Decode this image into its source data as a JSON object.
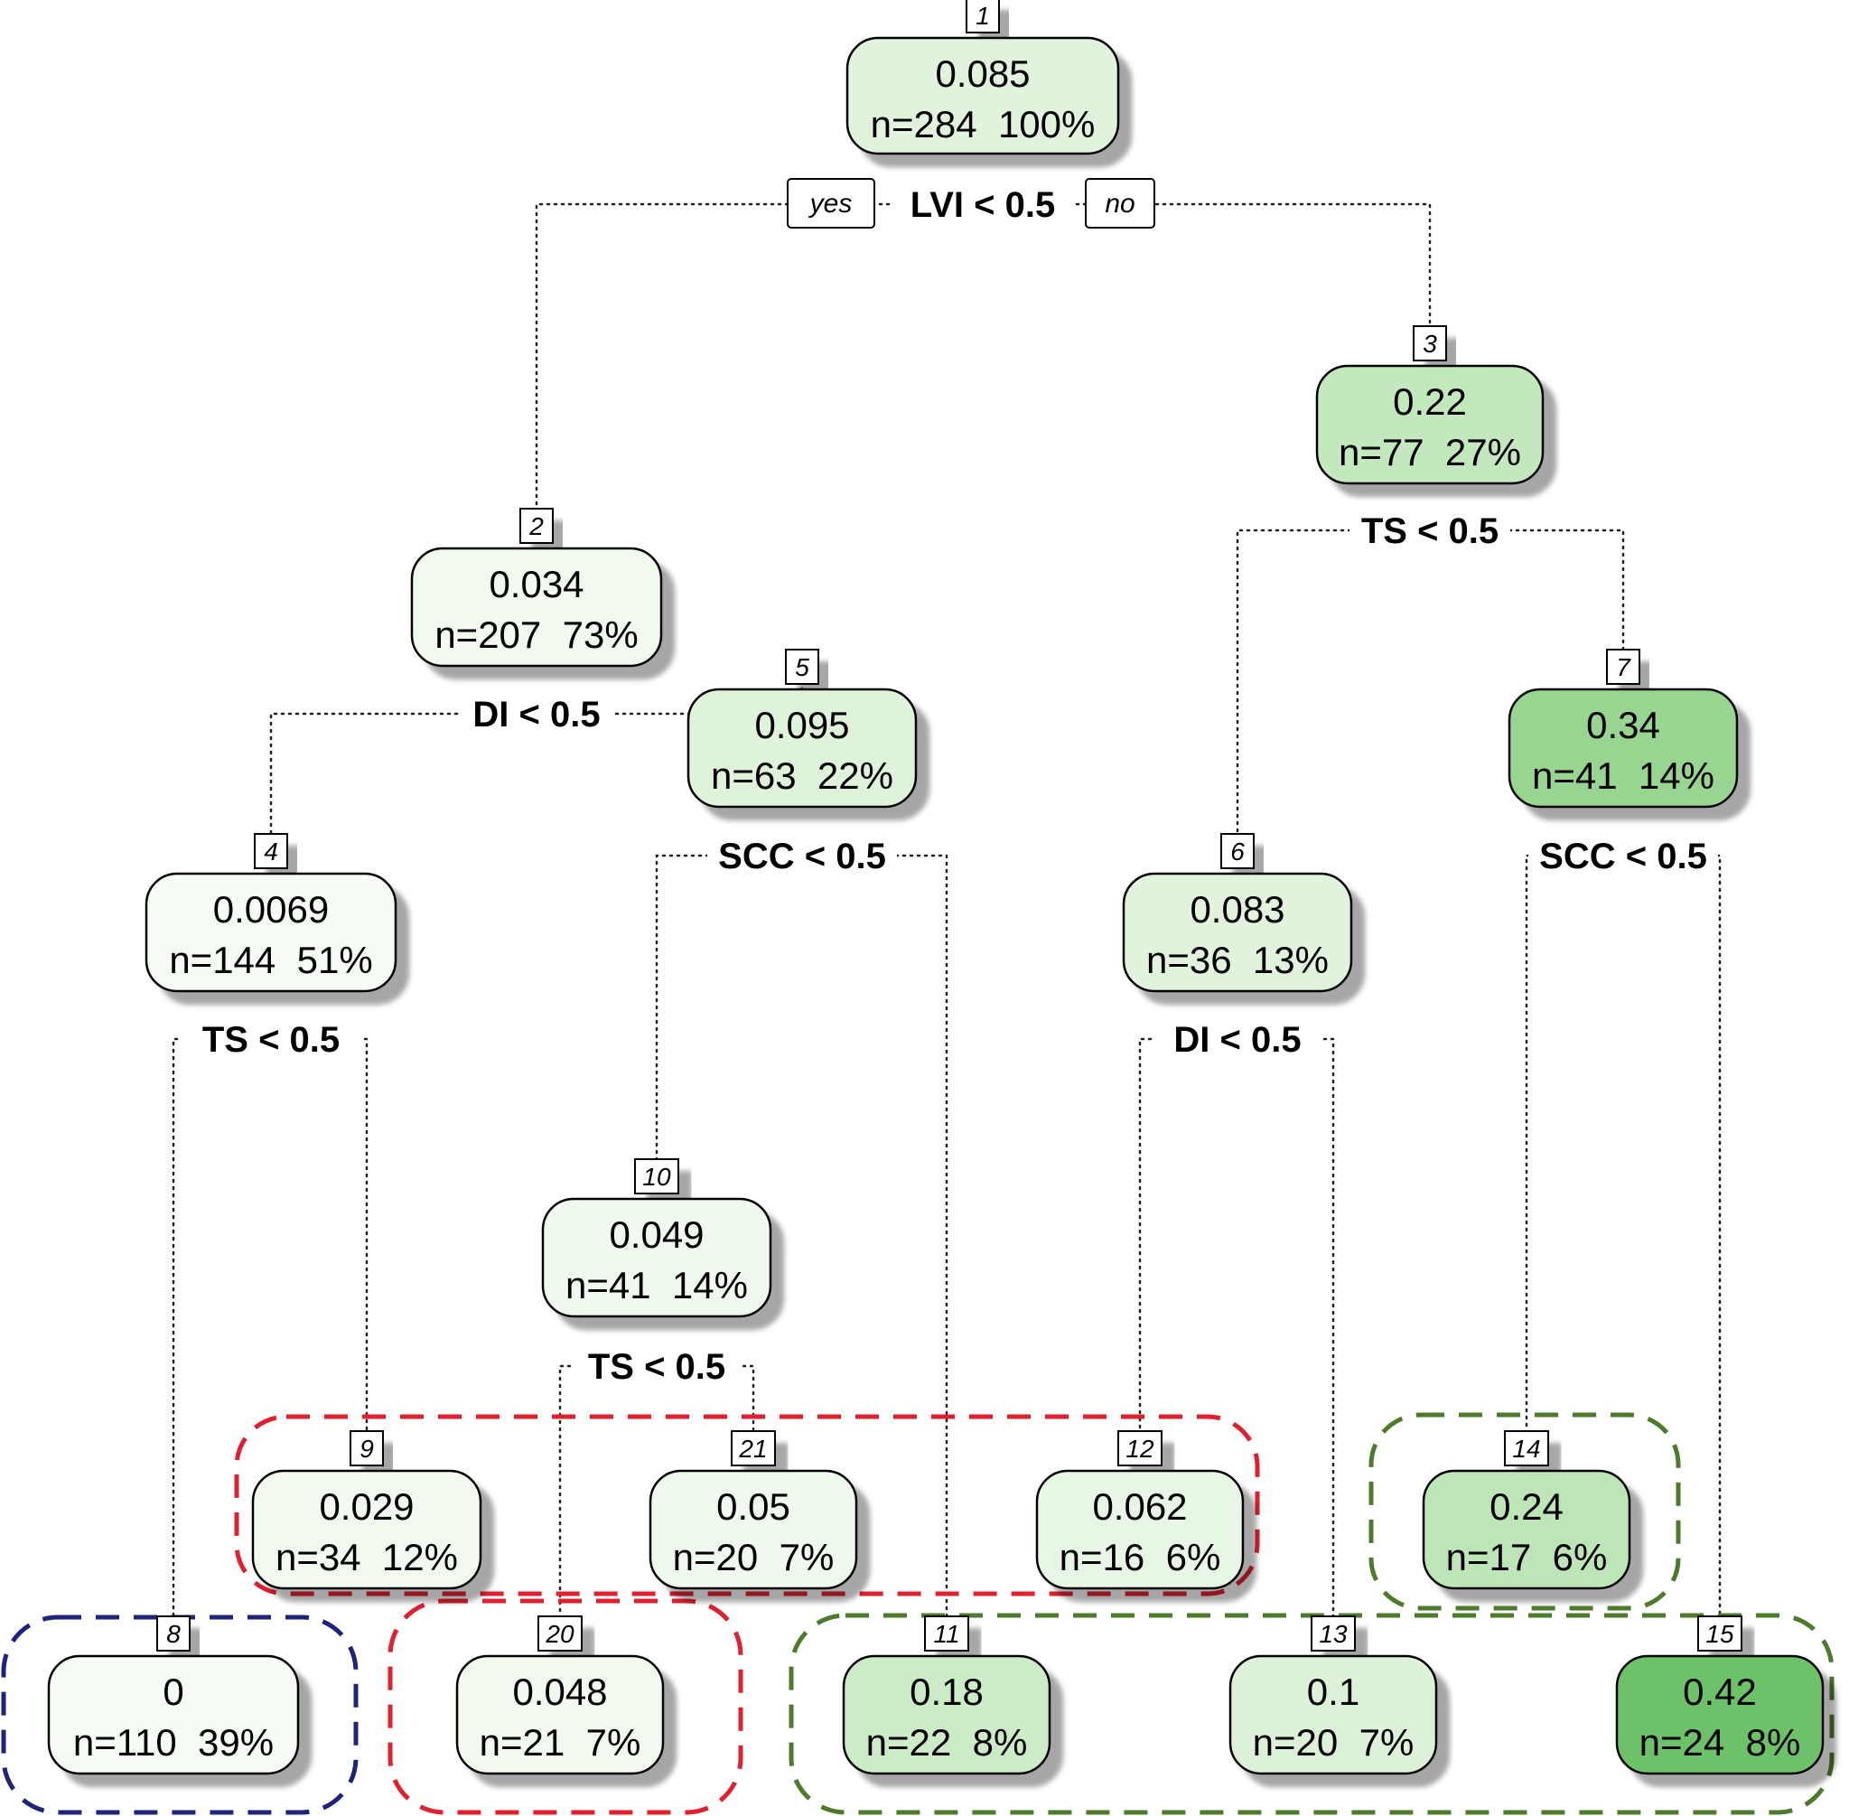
{
  "diagram": {
    "branch_labels": {
      "yes": "yes",
      "no": "no"
    },
    "nodes": [
      {
        "id": "1",
        "value": "0.085",
        "stats": "n=284  100%",
        "split": "LVI < 0.5",
        "fill": "#e1f3dd"
      },
      {
        "id": "2",
        "value": "0.034",
        "stats": "n=207  73%",
        "split": "DI < 0.5",
        "fill": "#f2faf0"
      },
      {
        "id": "3",
        "value": "0.22",
        "stats": "n=77  27%",
        "split": "TS < 0.5",
        "fill": "#c4e8be"
      },
      {
        "id": "4",
        "value": "0.0069",
        "stats": "n=144  51%",
        "split": "TS < 0.5",
        "fill": "#f6fcf5"
      },
      {
        "id": "5",
        "value": "0.095",
        "stats": "n=63  22%",
        "split": "SCC < 0.5",
        "fill": "#dff2da"
      },
      {
        "id": "6",
        "value": "0.083",
        "stats": "n=36  13%",
        "split": "DI < 0.5",
        "fill": "#e1f3dd"
      },
      {
        "id": "7",
        "value": "0.34",
        "stats": "n=41  14%",
        "split": "SCC < 0.5",
        "fill": "#98d590"
      },
      {
        "id": "8",
        "value": "0",
        "stats": "n=110  39%",
        "split": "",
        "fill": "#f6fcf5"
      },
      {
        "id": "9",
        "value": "0.029",
        "stats": "n=34  12%",
        "split": "",
        "fill": "#f2faf0"
      },
      {
        "id": "10",
        "value": "0.049",
        "stats": "n=41  14%",
        "split": "TS < 0.5",
        "fill": "#eff9ed"
      },
      {
        "id": "11",
        "value": "0.18",
        "stats": "n=22  8%",
        "split": "",
        "fill": "#cbecc6"
      },
      {
        "id": "12",
        "value": "0.062",
        "stats": "n=16  6%",
        "split": "",
        "fill": "#e8f6e5"
      },
      {
        "id": "13",
        "value": "0.1",
        "stats": "n=20  7%",
        "split": "",
        "fill": "#dcf1d7"
      },
      {
        "id": "14",
        "value": "0.24",
        "stats": "n=17  6%",
        "split": "",
        "fill": "#bee5b7"
      },
      {
        "id": "15",
        "value": "0.42",
        "stats": "n=24  8%",
        "split": "",
        "fill": "#6dc169"
      },
      {
        "id": "20",
        "value": "0.048",
        "stats": "n=21  7%",
        "split": "",
        "fill": "#f2faf0"
      },
      {
        "id": "21",
        "value": "0.05",
        "stats": "n=20  7%",
        "split": "",
        "fill": "#eff9ed"
      }
    ],
    "edges": [
      {
        "from": "1",
        "to": "2"
      },
      {
        "from": "1",
        "to": "3"
      },
      {
        "from": "2",
        "to": "4"
      },
      {
        "from": "2",
        "to": "5"
      },
      {
        "from": "3",
        "to": "6"
      },
      {
        "from": "3",
        "to": "7"
      },
      {
        "from": "4",
        "to": "8"
      },
      {
        "from": "4",
        "to": "9"
      },
      {
        "from": "5",
        "to": "10"
      },
      {
        "from": "5",
        "to": "11"
      },
      {
        "from": "6",
        "to": "12"
      },
      {
        "from": "6",
        "to": "13"
      },
      {
        "from": "7",
        "to": "14"
      },
      {
        "from": "7",
        "to": "15"
      },
      {
        "from": "10",
        "to": "20"
      },
      {
        "from": "10",
        "to": "21"
      }
    ],
    "groups": [
      {
        "name": "blue-group",
        "color": "#1f237a",
        "members": [
          "8"
        ]
      },
      {
        "name": "red-group",
        "color": "#e0202f",
        "members": [
          "9",
          "21",
          "12",
          "20"
        ]
      },
      {
        "name": "green-group",
        "color": "#4e7a2c",
        "members": [
          "14",
          "11",
          "13",
          "15"
        ]
      }
    ]
  }
}
